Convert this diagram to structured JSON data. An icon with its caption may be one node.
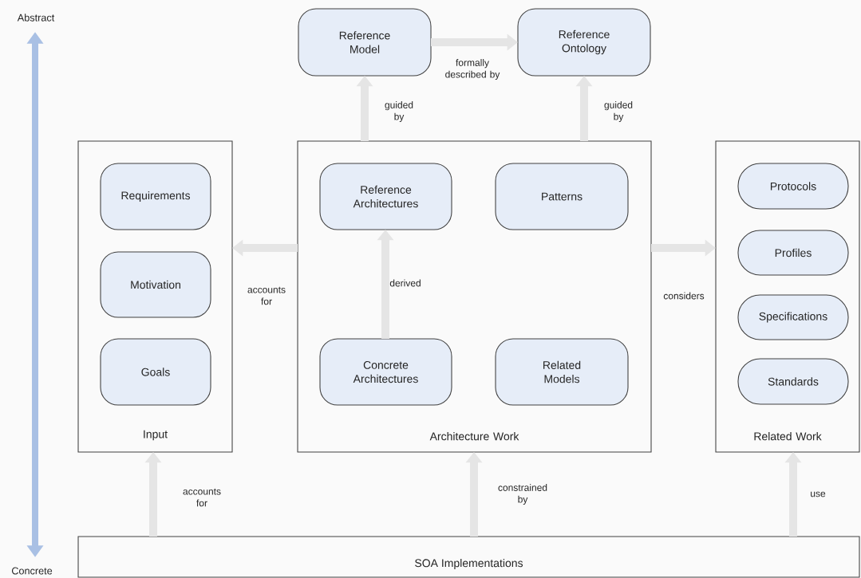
{
  "diagram": {
    "nodes": [
      {
        "text": [
          "Reference Model"
        ]
      },
      {
        "text": [
          "Reference Ontology"
        ]
      },
      {
        "text": [
          "Input"
        ]
      },
      {
        "text": [
          "Requirements"
        ],
        "in": 2
      },
      {
        "text": [
          "Motivation"
        ],
        "in": 2
      },
      {
        "text": [
          "Goals"
        ],
        "in": 2
      },
      {
        "text": [
          "Architecture Work"
        ]
      },
      {
        "text": [
          "Reference Architectures"
        ],
        "in": 6
      },
      {
        "text": [
          "Patterns"
        ],
        "in": 6
      },
      {
        "text": [
          "Concrete Architectures"
        ],
        "in": 6
      },
      {
        "text": [
          "Related Models"
        ],
        "in": 6
      },
      {
        "text": [
          "Related Work"
        ]
      },
      {
        "text": [
          "Protocols"
        ],
        "in": 11
      },
      {
        "text": [
          "Profiles"
        ],
        "in": 11
      },
      {
        "text": [
          "Specifications"
        ],
        "in": 11
      },
      {
        "text": [
          "Standards"
        ],
        "in": 11
      },
      {
        "text": [
          "SOA Implementations"
        ]
      }
    ],
    "edges": [
      {
        "from": 0,
        "to": 1,
        "arrow": "to",
        "label": "formally described by"
      },
      {
        "from": 6,
        "to": 0,
        "arrow": "to",
        "label": "guided by"
      },
      {
        "from": 6,
        "to": 1,
        "arrow": "to",
        "label": "guided by"
      },
      {
        "from": 9,
        "to": 7,
        "arrow": "to",
        "label": "derived"
      },
      {
        "from": 6,
        "to": 2,
        "arrow": "to",
        "label": "accounts for"
      },
      {
        "from": 6,
        "to": 11,
        "arrow": "to",
        "label": "considers"
      },
      {
        "from": 16,
        "to": 2,
        "arrow": "to",
        "label": "accounts for"
      },
      {
        "from": 16,
        "to": 6,
        "arrow": "to",
        "label": "constrained by"
      },
      {
        "from": 16,
        "to": 11,
        "arrow": "to",
        "label": "use"
      }
    ],
    "labels": [
      "Abstract",
      "Concrete"
    ]
  }
}
